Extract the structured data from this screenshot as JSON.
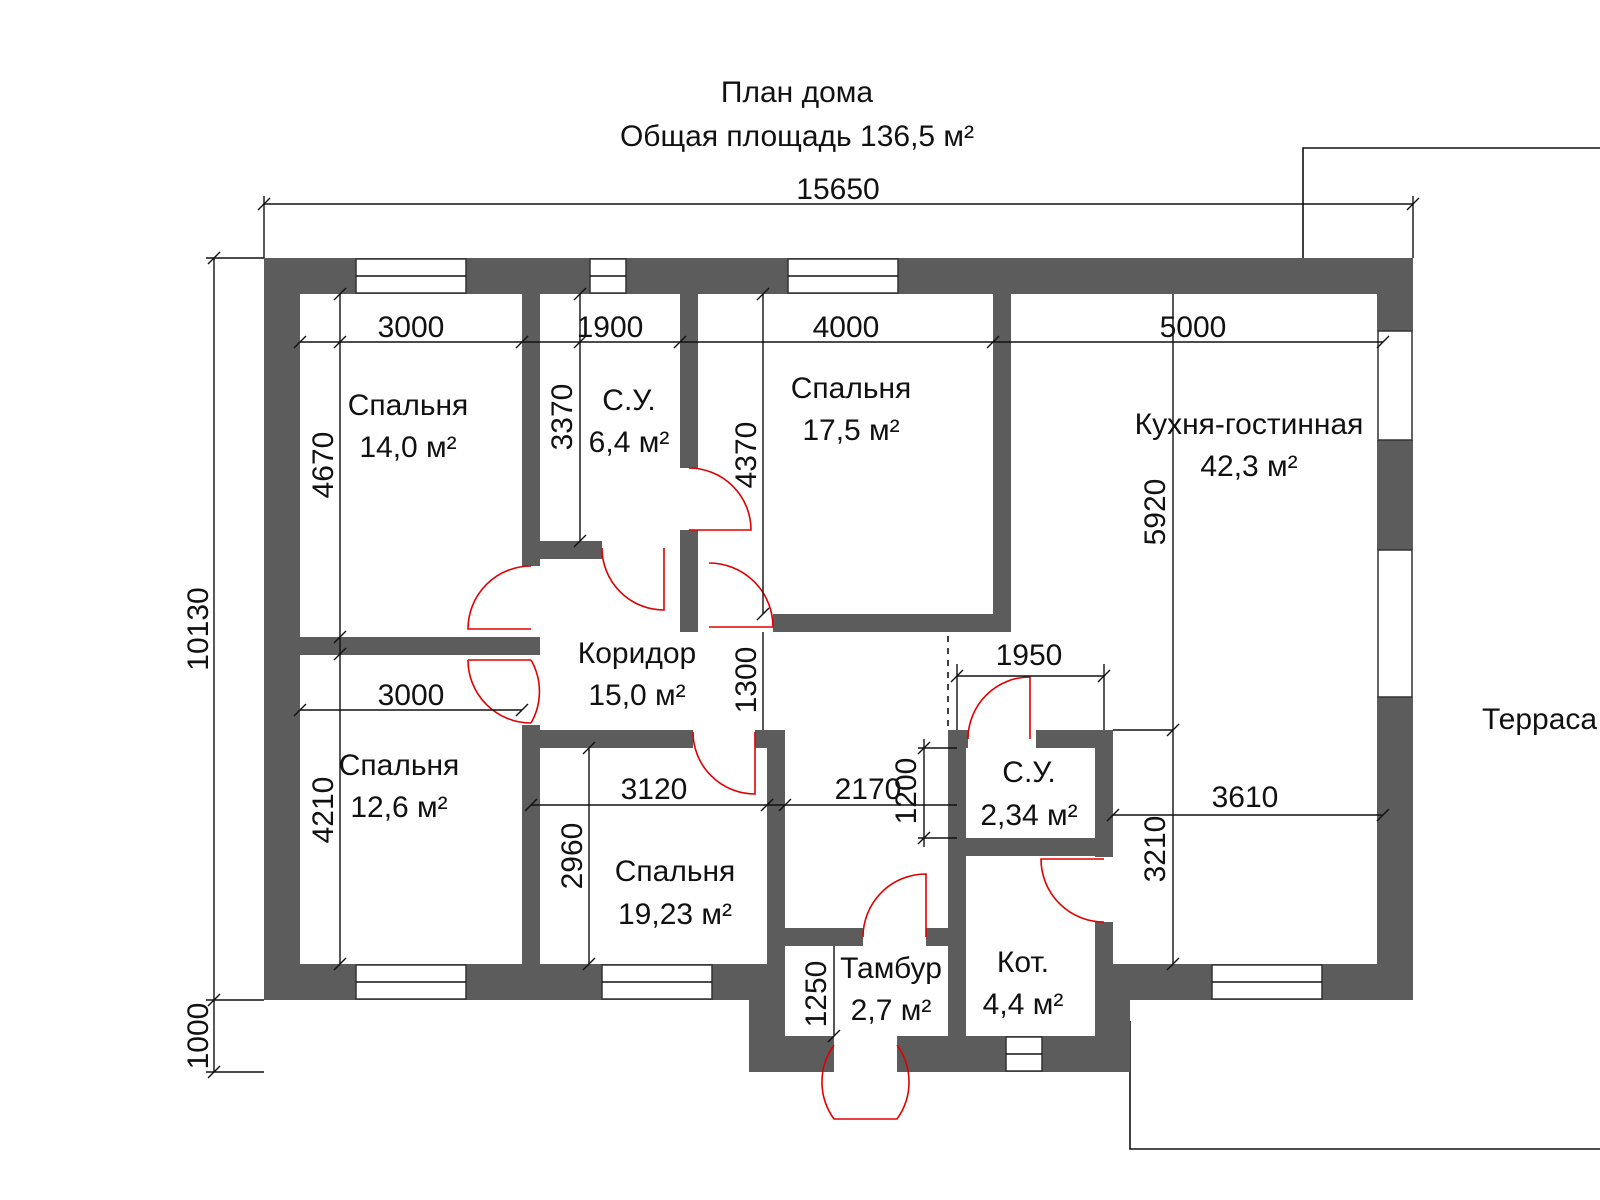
{
  "title": {
    "line1": "План дома",
    "line2": "Общая площадь 136,5 м²"
  },
  "rooms": [
    {
      "id": "bed1",
      "name": "Спальня",
      "area": "14,0 м²"
    },
    {
      "id": "wc1",
      "name": "С.У.",
      "area": "6,4 м²"
    },
    {
      "id": "bed2",
      "name": "Спальня",
      "area": "17,5 м²"
    },
    {
      "id": "kitchen",
      "name": "Кухня-гостинная",
      "area": "42,3 м²"
    },
    {
      "id": "corridor",
      "name": "Коридор",
      "area": "15,0 м²"
    },
    {
      "id": "bed3",
      "name": "Спальня",
      "area": "12,6 м²"
    },
    {
      "id": "bed4",
      "name": "Спальня",
      "area": "19,23 м²"
    },
    {
      "id": "wc2",
      "name": "С.У.",
      "area": "2,34 м²"
    },
    {
      "id": "vest",
      "name": "Тамбур",
      "area": "2,7 м²"
    },
    {
      "id": "boiler",
      "name": "Кот.",
      "area": "4,4 м²"
    }
  ],
  "terrace": "Терраса",
  "dimensions": {
    "overall_width": "15650",
    "overall_height": "10130",
    "porch_depth": "1000",
    "bed1_width": "3000",
    "wc1_width": "1900",
    "bed2_width": "4000",
    "kitchen_width": "5000",
    "bed1_height": "4670",
    "wc1_height": "3370",
    "bed2_height": "4370",
    "kitchen_height": "5920",
    "bed3_width": "3000",
    "corridor_gap": "1300",
    "wc2_width": "1950",
    "bed4_width": "3120",
    "hall_width": "2170",
    "wc2_height": "1200",
    "kitchen_lower_width": "3610",
    "bed3_height": "4210",
    "bed4_height": "2960",
    "kitchen_lower_height": "3210",
    "vest_height": "1250"
  },
  "colors": {
    "wall": "#5c5c5c",
    "door_swing": "#e00000",
    "background": "#ffffff"
  }
}
